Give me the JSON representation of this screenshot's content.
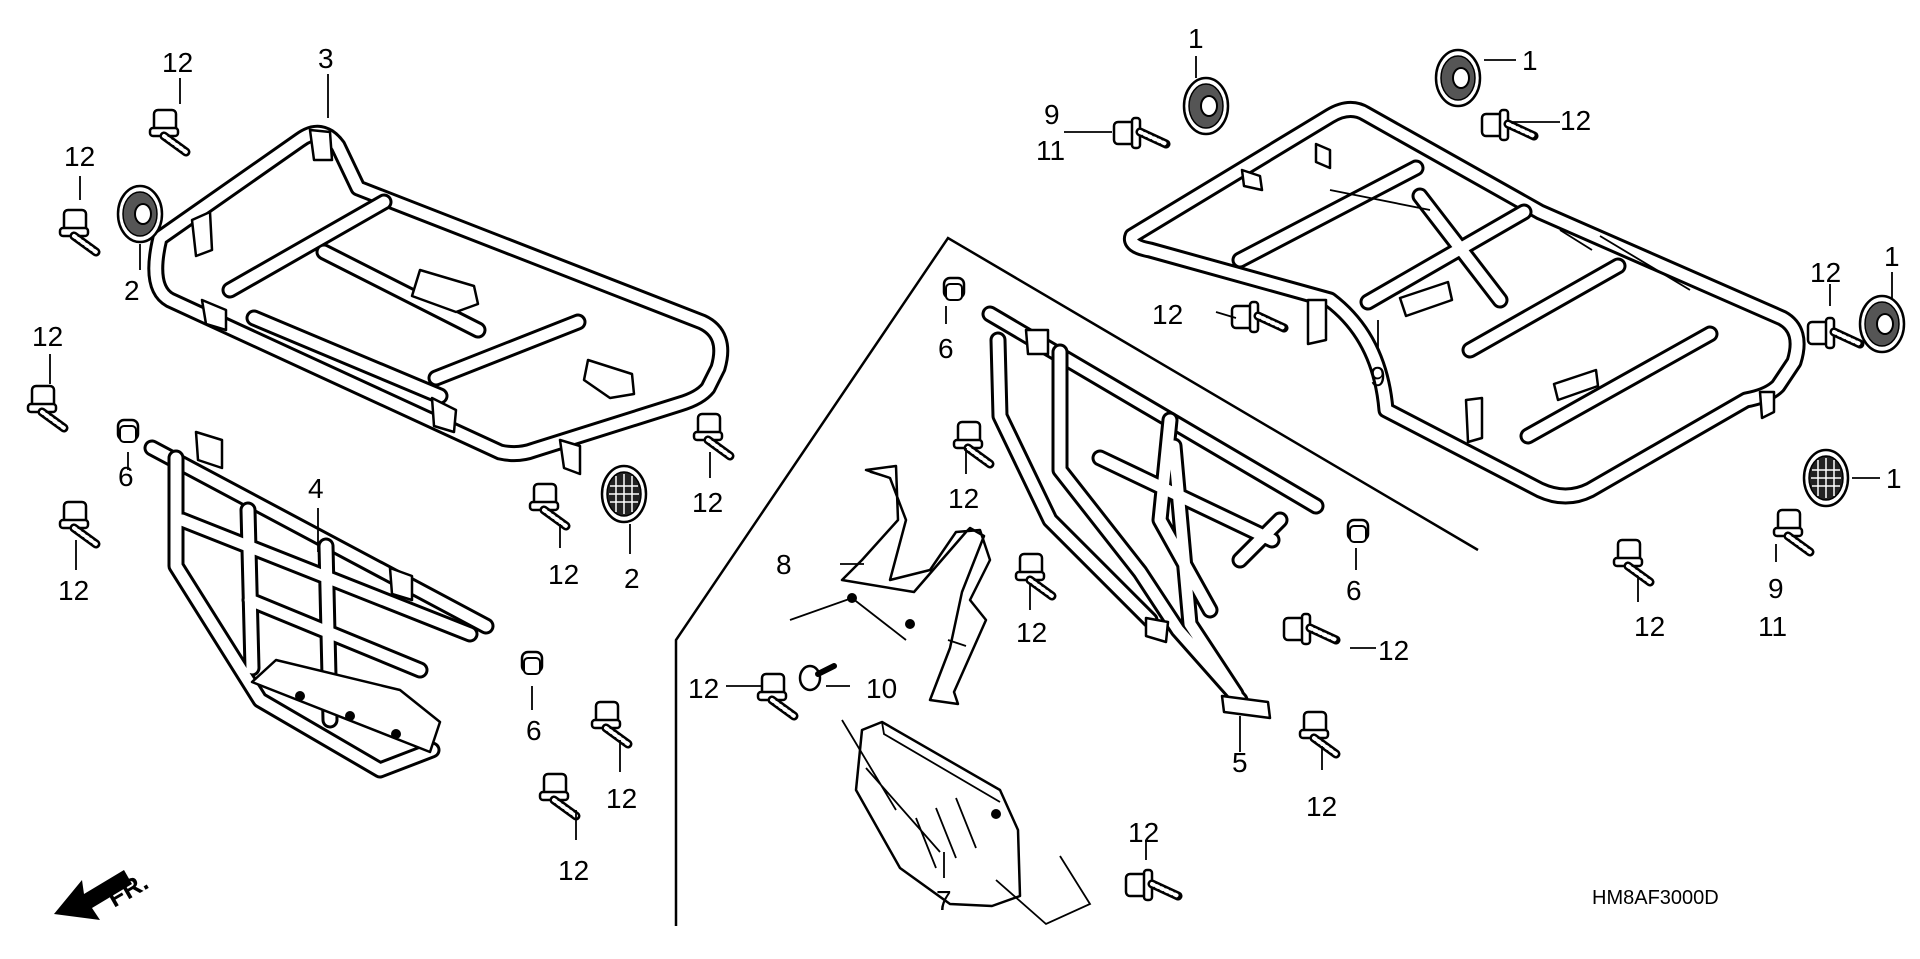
{
  "diagram_code": "HM8AF3000D",
  "front_indicator": "FR.",
  "callouts": {
    "part_1": "1",
    "part_2": "2",
    "part_3": "3",
    "part_4": "4",
    "part_5": "5",
    "part_6": "6",
    "part_7": "7",
    "part_8": "8",
    "part_9": "9",
    "part_10": "10",
    "part_11": "11",
    "part_12": "12"
  }
}
